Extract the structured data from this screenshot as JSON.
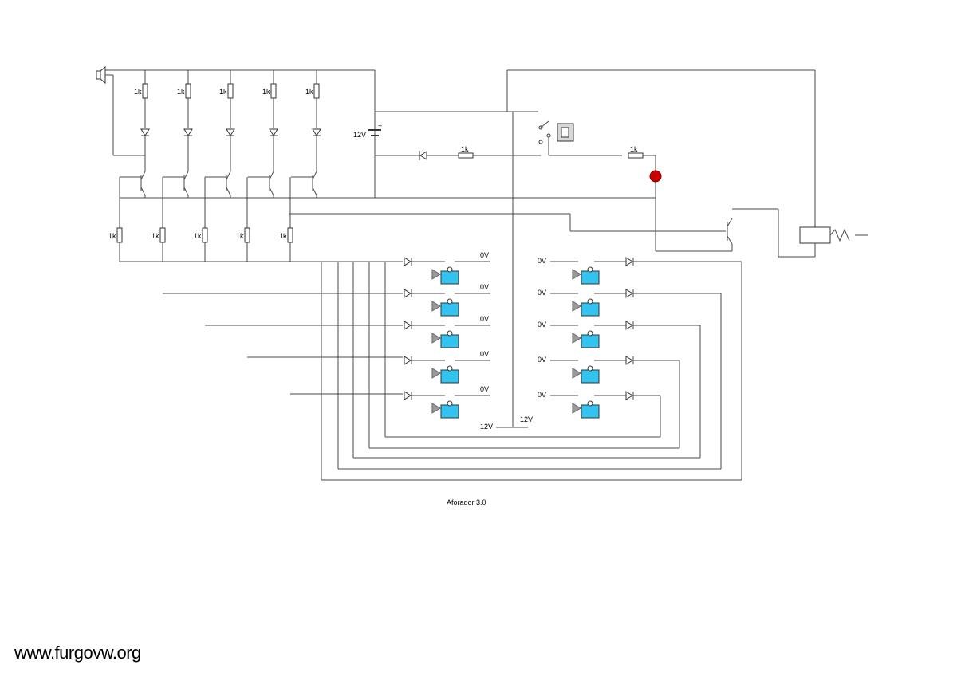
{
  "diagram": {
    "resistor_label": "1k",
    "supply_label": "12V",
    "ground_label": "0V",
    "caption": "Aforador 3.0"
  },
  "footer": {
    "site": "www.furgovw.org"
  },
  "colors": {
    "wire": "#4a4a4a",
    "water": "#33c3ef",
    "indicator": "#cc0000",
    "probe": "#9a9a9a"
  }
}
